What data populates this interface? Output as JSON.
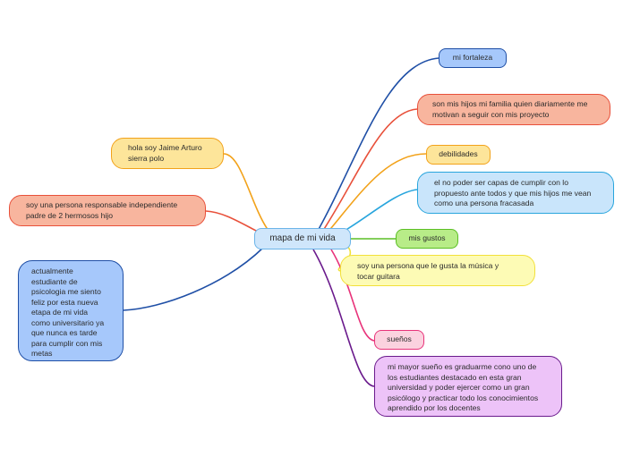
{
  "center": {
    "label": "mapa de mi vida"
  },
  "nodes": {
    "fortaleza": {
      "label": "mi fortaleza"
    },
    "fortaleza_text": {
      "label": "son mis hijos mi familia quien diariamente me\nmotivan a seguir con mis proyecto"
    },
    "debilidades": {
      "label": "debilidades"
    },
    "debilidades_text": {
      "label": "el no poder ser capas de cumplir con lo\npropuesto ante todos y que mis hijos me vean\ncomo una persona fracasada"
    },
    "gustos": {
      "label": "mis gustos"
    },
    "gustos_text": {
      "label": "soy una persona que le gusta la música y\ntocar guitara"
    },
    "suenos": {
      "label": "sueños"
    },
    "suenos_text": {
      "label": "mi mayor sueño es graduarme cono uno de\nlos estudiantes destacado en esta gran\nuniversidad y poder ejercer como un gran\npsicólogo y practicar todo los conocimientos\naprendido por los docentes"
    },
    "hola": {
      "label": "hola soy Jaime Arturo\nsierra polo"
    },
    "responsable": {
      "label": "soy una persona responsable independiente\npadre de 2 hermosos hijo"
    },
    "estudiante": {
      "label": "actualmente\nestudiante de\npsicologia me siento\nfeliz por esta nueva\netapa de mi vida\ncomo universitario ya\nque nunca es tarde\npara cumplir con mis\nmetas"
    }
  },
  "colors": {
    "blue": "#1f4fa6",
    "salmon": "#e8503a",
    "orange": "#f2a21a",
    "light_blue": "#28a5dd",
    "green": "#5cbf25",
    "yellow": "#f2e03a",
    "pink": "#e8337a",
    "purple": "#6a1a8c"
  }
}
